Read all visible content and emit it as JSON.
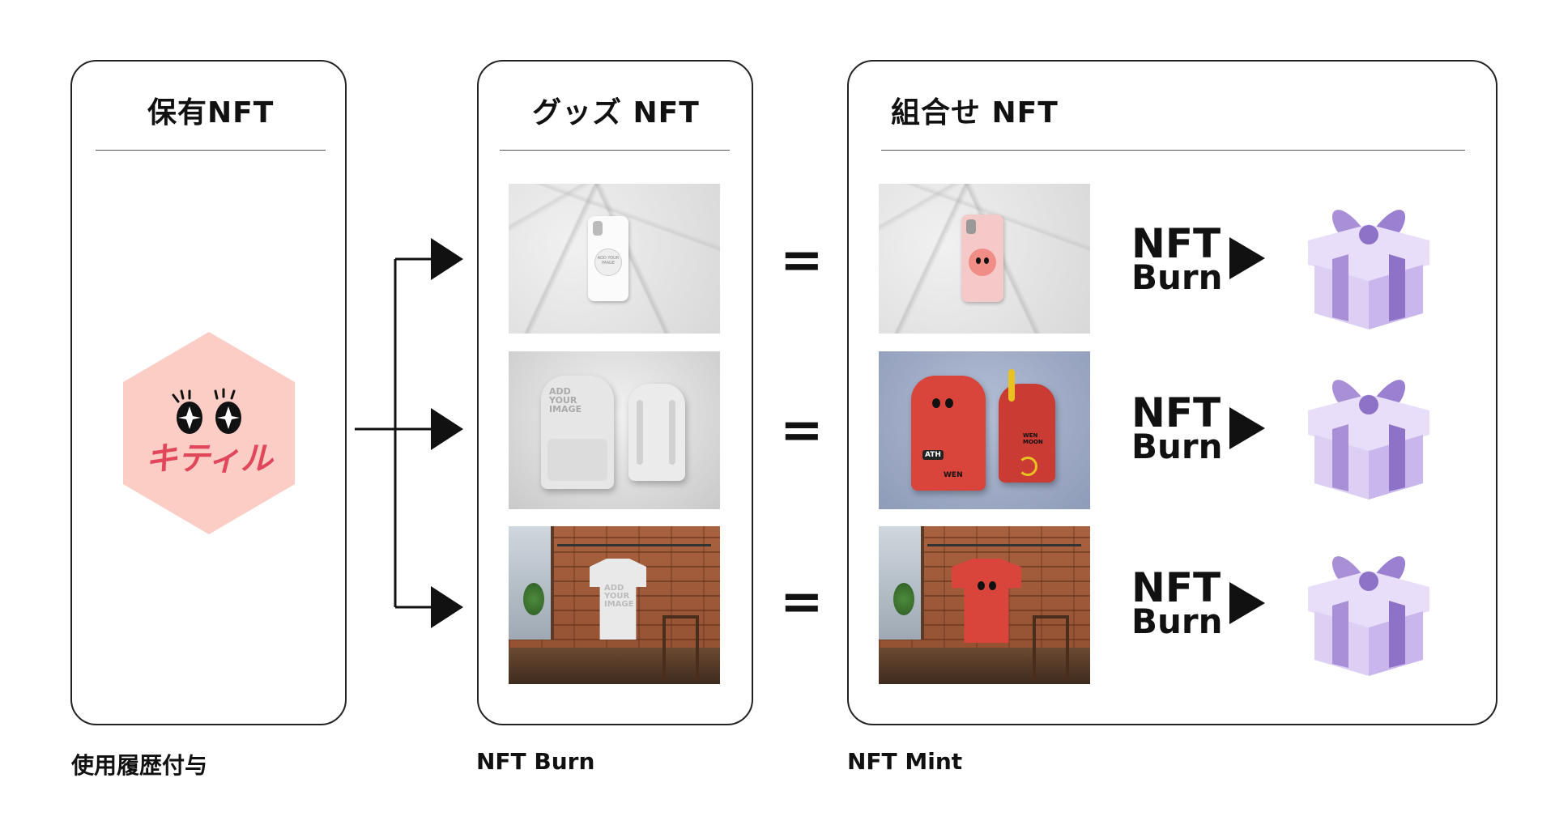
{
  "panels": {
    "owned": {
      "title": "保有NFT",
      "caption": "使用履歴付与"
    },
    "goods": {
      "title": "グッズ NFT",
      "caption": "NFT Burn"
    },
    "combined": {
      "title": "組合せ NFT",
      "caption": "NFT Mint"
    }
  },
  "logo": {
    "text": "キティル",
    "bg_color": "#fbcdc4",
    "text_color": "#e0475a"
  },
  "equals_symbol": "=",
  "burn": {
    "line1": "NFT",
    "line2": "Burn"
  },
  "rows": [
    {
      "goods_item": "phone-grip-mockup",
      "mockup_text": "ADD YOUR IMAGE"
    },
    {
      "goods_item": "backpack-mockup",
      "mockup_text": "ADD YOUR IMAGE",
      "combined_tags": [
        "ATH",
        "WEN",
        "WEN MOON"
      ]
    },
    {
      "goods_item": "tshirt-mockup",
      "mockup_text": "ADD YOUR IMAGE"
    }
  ],
  "colors": {
    "gift_purple": "#a98fd6",
    "gift_light": "#e9defa",
    "combined_red": "#d9443b",
    "phone_pink": "#f6c9c9"
  }
}
